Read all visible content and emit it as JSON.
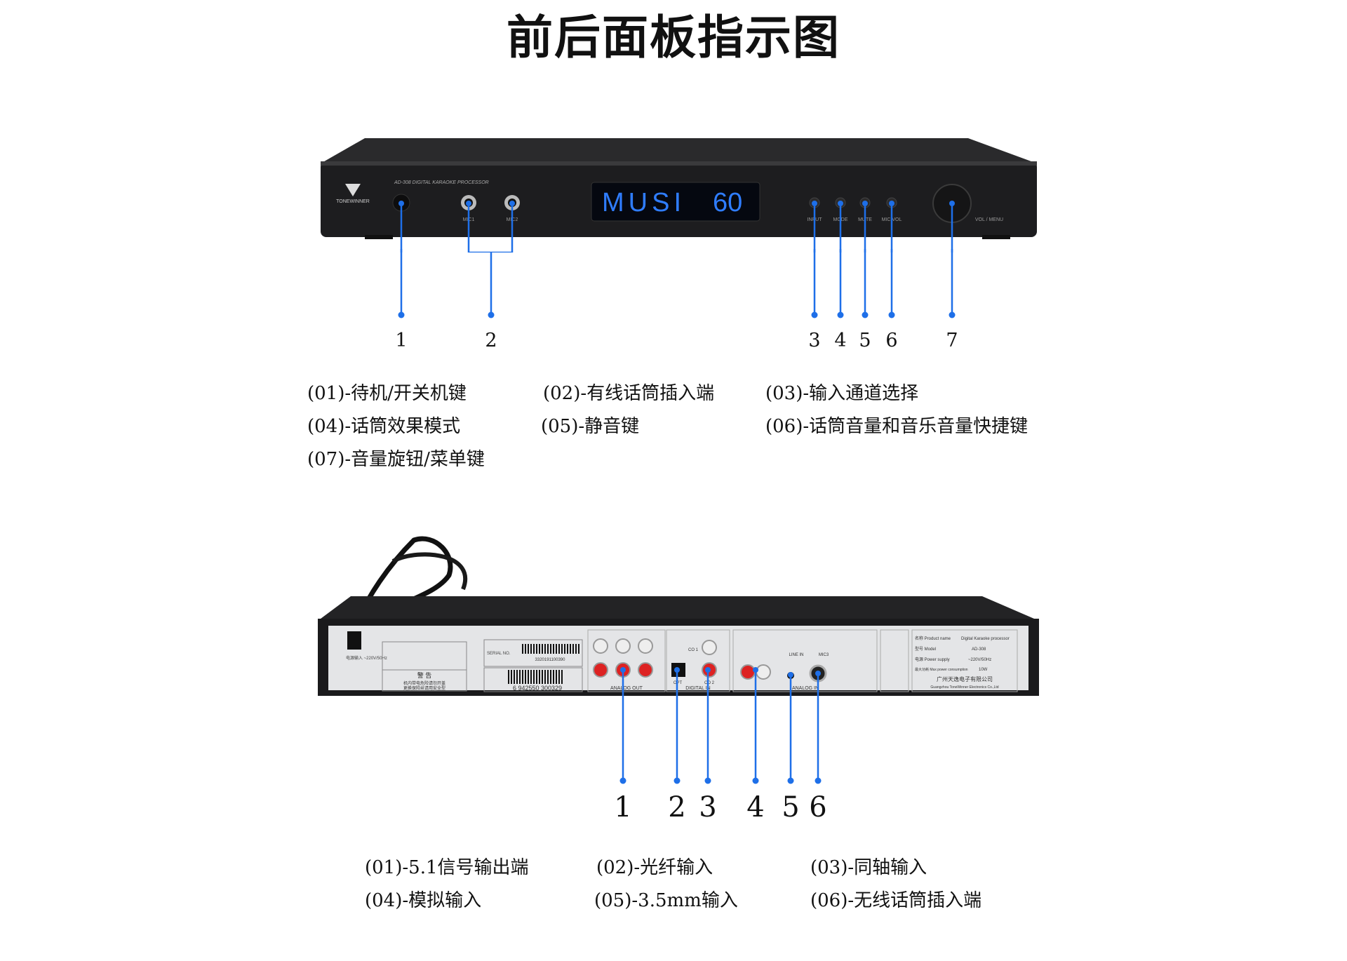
{
  "title": "前后面板指示图",
  "front": {
    "brand": "TONEWINNER",
    "model_text": "AD-308  DIGITAL KARAOKE PROCESSOR",
    "display": {
      "left": "MUSI",
      "right": "60"
    },
    "labels": {
      "mic1": "MIC1",
      "mic2": "MIC2",
      "input": "INPUT",
      "mode": "MODE",
      "mute": "MUTE",
      "micvol": "MIC.VOL",
      "volmenu": "VOL / MENU"
    },
    "callouts": [
      "1",
      "2",
      "3",
      "4",
      "5",
      "6",
      "7"
    ],
    "descriptions": [
      "(01)-待机/开关机键",
      "(02)-有线话筒插入端",
      "(03)-输入通道选择",
      "(04)-话筒效果模式",
      "(05)-静音键",
      "(06)-话筒音量和音乐音量快捷键",
      "(07)-音量旋钮/菜单键"
    ]
  },
  "rear": {
    "power_label": "电源输入 ~220V/50Hz",
    "warning": "警 告",
    "warning_text": [
      "机内带电危险请勿开盖",
      "更换保险丝请用安全型"
    ],
    "serial_label": "SERIAL NO.",
    "serial": "3320191100390",
    "barcode": "6 942550 300329",
    "sections": {
      "analog_out": "ANALOG OUT",
      "digital_in": "DIGITAL IN",
      "analog_in": "ANALOG IN",
      "line_in": "LINE IN",
      "mic3": "MIC3",
      "opt": "OPT",
      "co1": "CO 1",
      "co2": "CO 2"
    },
    "nameplate": {
      "rows": [
        [
          "名称 Product name",
          "Digital Karaoke processor"
        ],
        [
          "型号 Model",
          "AD-308"
        ],
        [
          "电源 Power supply",
          "~220V/50Hz"
        ],
        [
          "最大功耗 Max power consumption",
          "10W"
        ]
      ],
      "company": "广州天逸电子有限公司",
      "company_en": "Guangzhou ToneWinner Electronics Co.,Ltd"
    },
    "callouts": [
      "1",
      "2",
      "3",
      "4",
      "5",
      "6"
    ],
    "descriptions": [
      "(01)-5.1信号输出端",
      "(02)-光纤输入",
      "(03)-同轴输入",
      "(04)-模拟输入",
      "(05)-3.5mm输入",
      "(06)-无线话筒插入端"
    ]
  },
  "colors": {
    "callout": "#1e6fe8",
    "display": "#2f7dff",
    "chassis": "#1c1c1e",
    "rear_panel": "#e4e5e7"
  }
}
